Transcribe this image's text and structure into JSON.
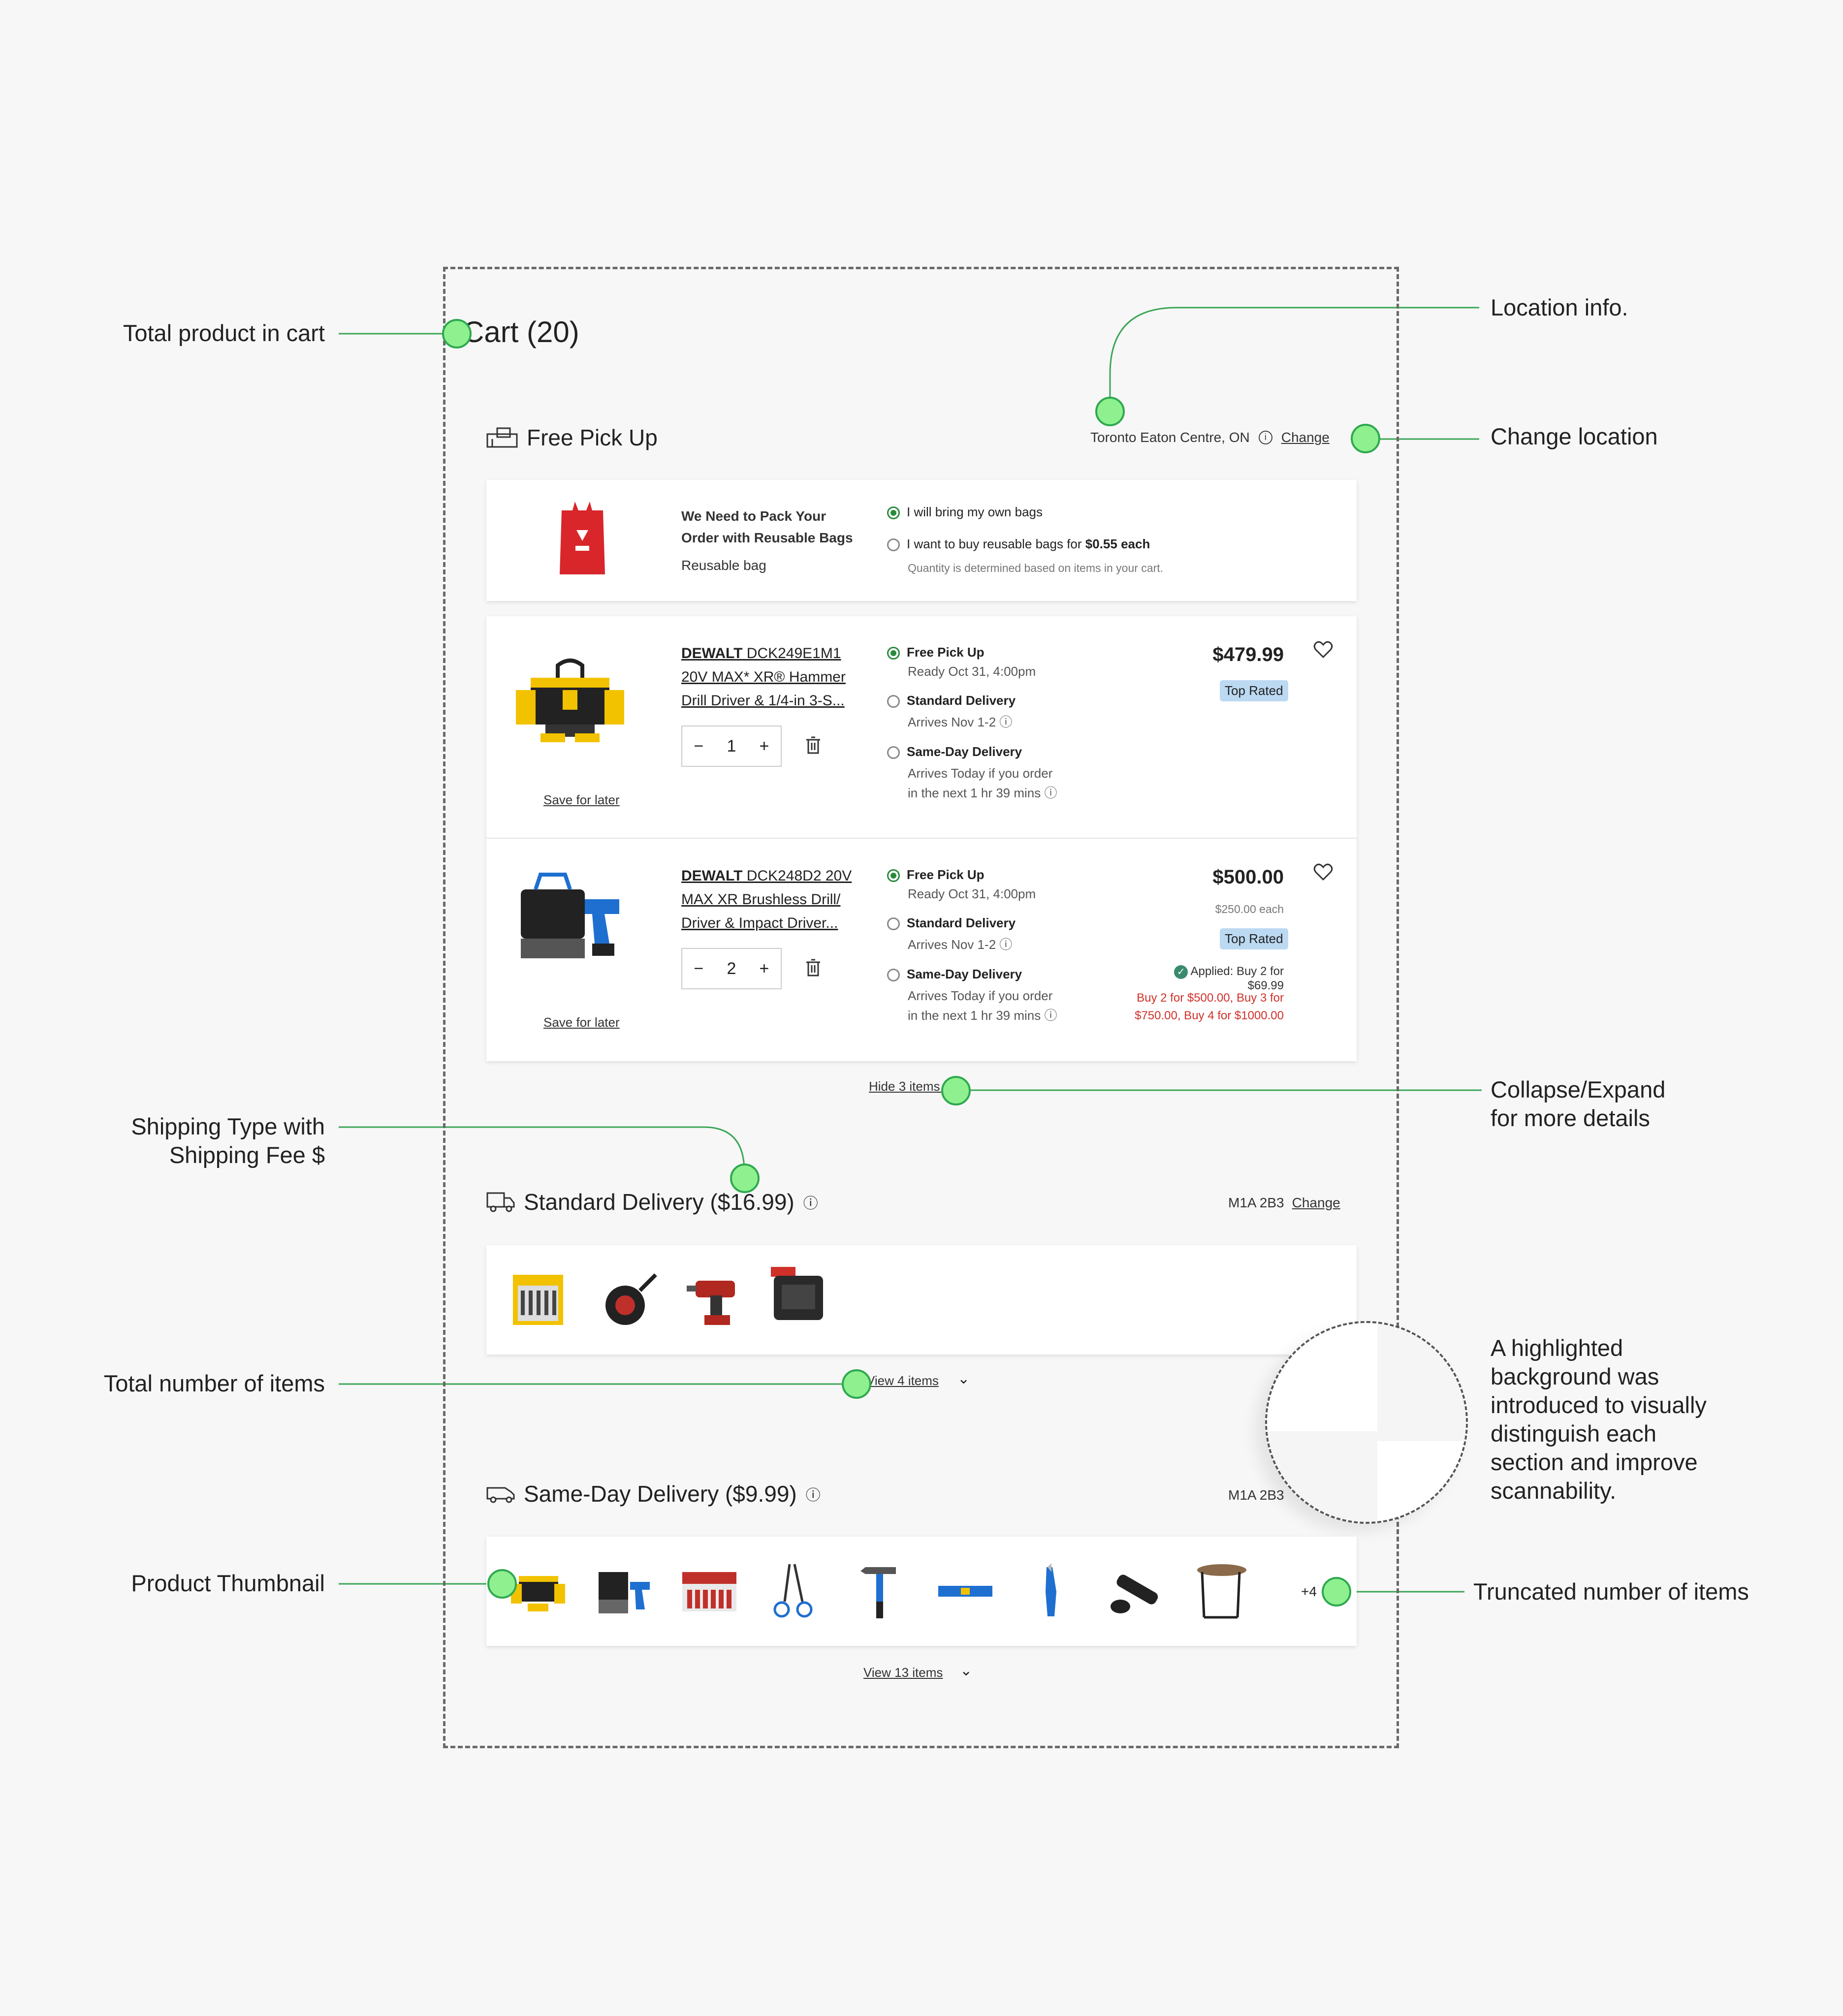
{
  "annotations": {
    "total_product": "Total product in cart",
    "location_info": "Location info.",
    "change_location": "Change location",
    "collapse_expand_1": "Collapse/Expand",
    "collapse_expand_2": "for more details",
    "shipping_type_1": "Shipping Type with",
    "shipping_type_2": "Shipping Fee $",
    "total_items": "Total number of items",
    "highlight_1": "A highlighted",
    "highlight_2": "background was",
    "highlight_3": "introduced to visually",
    "highlight_4": "distinguish each",
    "highlight_5": "section and improve",
    "highlight_6": "scannability.",
    "thumbnail": "Product Thumbnail",
    "truncated": "Truncated number of items"
  },
  "cart": {
    "title": "Cart (20)"
  },
  "pickup": {
    "title": "Free Pick Up",
    "location": "Toronto Eaton Centre, ON",
    "change": "Change",
    "bags": {
      "heading_1": "We Need to Pack Your",
      "heading_2": "Order with Reusable Bags",
      "sub": "Reusable bag",
      "option1": "I will bring my own bags",
      "option2_prefix": "I want to buy reusable bags for ",
      "option2_price": "$0.55 each",
      "note": "Quantity is determined based on items in your cart."
    },
    "items": [
      {
        "name_line1_bold": "DEWALT",
        "name_line1_rest": " DCK249E1M1",
        "name_line2": "20V MAX* XR® Hammer",
        "name_line3": "Drill Driver & 1/4-in 3-S...",
        "qty": "1",
        "save": "Save for later",
        "opt1": "Free Pick Up",
        "opt1_sub": "Ready Oct 31, 4:00pm",
        "opt2": "Standard Delivery",
        "opt2_sub": "Arrives Nov 1-2",
        "opt3": "Same-Day Delivery",
        "opt3_sub1": "Arrives Today if you order",
        "opt3_sub2": "in the next 1 hr 39 mins",
        "price": "$479.99",
        "badge": "Top Rated"
      },
      {
        "name_line1_bold": "DEWALT",
        "name_line1_rest": " DCK248D2 20V",
        "name_line2": "MAX XR Brushless Drill/",
        "name_line3": "Driver & Impact Driver...",
        "qty": "2",
        "save": "Save for later",
        "opt1": "Free Pick Up",
        "opt1_sub": "Ready Oct 31, 4:00pm",
        "opt2": "Standard Delivery",
        "opt2_sub": "Arrives Nov 1-2",
        "opt3": "Same-Day Delivery",
        "opt3_sub1": "Arrives Today if you order",
        "opt3_sub2": "in the next 1 hr 39 mins",
        "price": "$500.00",
        "each": "$250.00 each",
        "badge": "Top Rated",
        "applied": "Applied: Buy 2 for $69.99",
        "promo1": "Buy 2 for $500.00, Buy 3 for",
        "promo2": "$750.00, Buy 4 for $1000.00"
      }
    ],
    "hide": "Hide 3 items"
  },
  "standard": {
    "title": "Standard Delivery ($16.99)",
    "postal": "M1A 2B3",
    "change": "Change",
    "view": "View 4 items"
  },
  "sameday": {
    "title": "Same-Day Delivery ($9.99)",
    "postal": "M1A 2B3",
    "more": "+4",
    "view": "View 13 items"
  },
  "colors": {
    "accent_green": "#2a8a3c",
    "badge_blue": "#bcd9f2",
    "promo_red": "#d0302a",
    "annot_dot": "#8ef08e"
  }
}
